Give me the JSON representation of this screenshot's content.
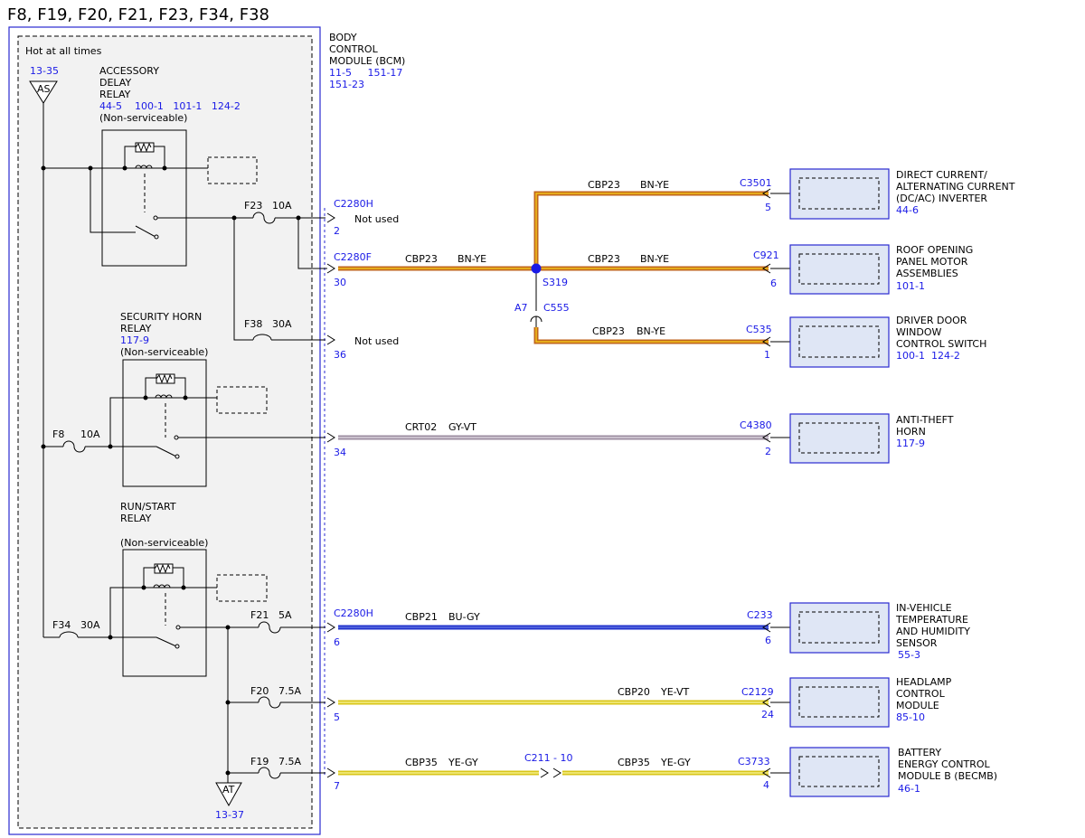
{
  "title": "F8, F19, F20, F21, F23, F34, F38",
  "colors": {
    "blue_text": "#1a1ae6",
    "box_border": "#2a2ad0",
    "box_fill": "#dfe6f5",
    "panel_fill": "#f2f2f2",
    "bn_ye": "#c0661c",
    "bn_ye_core": "#f1c21b",
    "gy_vt": "#9c8ea0",
    "gy_vt_core": "#d9d0dc",
    "bu_gy": "#2233cc",
    "bu_gy_core": "#5d6fe0",
    "ye": "#d9c61a",
    "ye_core": "#f4ee8a",
    "splice": "#1a1ae6"
  },
  "fuse_box": {
    "hot_label": "Hot at all times",
    "as_ref": "13-35",
    "as_label": "AS",
    "at_label": "AT",
    "at_ref": "13-37"
  },
  "relays": {
    "accessory": {
      "name": [
        "ACCESSORY",
        "DELAY",
        "RELAY"
      ],
      "refs": "44-5    100-1   101-1   124-2",
      "note": "(Non-serviceable)"
    },
    "security": {
      "name": [
        "SECURITY HORN",
        "RELAY"
      ],
      "refs": "117-9",
      "note": "(Non-serviceable)"
    },
    "runstart": {
      "name": [
        "RUN/START",
        "RELAY"
      ],
      "note": "(Non-serviceable)"
    }
  },
  "fuses": {
    "f23": {
      "id": "F23",
      "amp": "10A"
    },
    "f38": {
      "id": "F38",
      "amp": "30A"
    },
    "f8": {
      "id": "F8",
      "amp": "10A"
    },
    "f34": {
      "id": "F34",
      "amp": "30A"
    },
    "f21": {
      "id": "F21",
      "amp": "5A"
    },
    "f20": {
      "id": "F20",
      "amp": "7.5A"
    },
    "f19": {
      "id": "F19",
      "amp": "7.5A"
    }
  },
  "bcm": {
    "name": [
      "BODY",
      "CONTROL",
      "MODULE (BCM)"
    ],
    "refs": [
      "11-5     151-17",
      "151-23"
    ]
  },
  "pins": {
    "p2": {
      "connector": "C2280H",
      "pin": "2",
      "label": "Not used"
    },
    "p30": {
      "connector": "C2280F",
      "pin": "30"
    },
    "p36": {
      "pin": "36",
      "label": "Not used"
    },
    "p34": {
      "pin": "34"
    },
    "p6": {
      "connector": "C2280H",
      "pin": "6"
    },
    "p5": {
      "pin": "5"
    },
    "p7": {
      "pin": "7"
    }
  },
  "wires": {
    "w_dcac": {
      "circuit": "CBP23",
      "color": "BN-YE"
    },
    "w_main": {
      "circuit": "CBP23",
      "color": "BN-YE"
    },
    "w_roof": {
      "circuit": "CBP23",
      "color": "BN-YE"
    },
    "w_driver": {
      "circuit": "CBP23",
      "color": "BN-YE"
    },
    "w_horn": {
      "circuit": "CRT02",
      "color": "GY-VT"
    },
    "w_temp": {
      "circuit": "CBP21",
      "color": "BU-GY"
    },
    "w_head": {
      "circuit": "CBP20",
      "color": "YE-VT"
    },
    "w_bat1": {
      "circuit": "CBP35",
      "color": "YE-GY"
    },
    "w_bat2": {
      "circuit": "CBP35",
      "color": "YE-GY"
    }
  },
  "splices": {
    "s319": "S319",
    "c555_pin": "A7",
    "c555": "C555",
    "c211": "C211",
    "c211_pin": "- 10"
  },
  "components": {
    "dcac": {
      "connector": "C3501",
      "pin": "5",
      "name": [
        "DIRECT CURRENT/",
        "ALTERNATING CURRENT",
        "(DC/AC) INVERTER"
      ],
      "ref": "44-6"
    },
    "roof": {
      "connector": "C921",
      "pin": "6",
      "name": [
        "ROOF OPENING",
        "PANEL MOTOR",
        "ASSEMBLIES"
      ],
      "ref": "101-1"
    },
    "driver": {
      "connector": "C535",
      "pin": "1",
      "name": [
        "DRIVER DOOR",
        "WINDOW",
        "CONTROL SWITCH"
      ],
      "ref": "100-1  124-2"
    },
    "horn": {
      "connector": "C4380",
      "pin": "2",
      "name": [
        "ANTI-THEFT",
        "HORN"
      ],
      "ref": "117-9"
    },
    "temp": {
      "connector": "C233",
      "pin": "6",
      "name": [
        "IN-VEHICLE",
        "TEMPERATURE",
        "AND HUMIDITY",
        "SENSOR"
      ],
      "ref": "55-3"
    },
    "head": {
      "connector": "C2129",
      "pin": "24",
      "name": [
        "HEADLAMP",
        "CONTROL",
        "MODULE"
      ],
      "ref": "85-10"
    },
    "bat": {
      "connector": "C3733",
      "pin": "4",
      "name": [
        "BATTERY",
        "ENERGY CONTROL",
        "MODULE B (BECMB)"
      ],
      "ref": "46-1"
    }
  }
}
